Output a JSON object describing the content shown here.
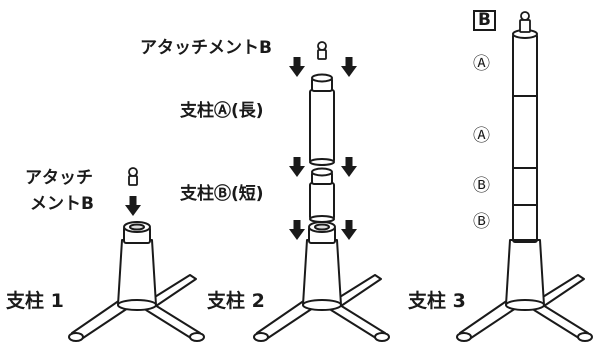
{
  "labels": {
    "attachment_b_top": "アタッチメントB",
    "attachment_b_left_line1": "アタッチ",
    "attachment_b_left_line2": "メントB",
    "pole_a_long": "支柱Ⓐ(長)",
    "pole_b_short": "支柱Ⓑ(短)",
    "stand_1": "支柱 1",
    "stand_2": "支柱 2",
    "stand_3": "支柱 3",
    "b_marker_right": "B"
  },
  "segment_markers": [
    "Ⓐ",
    "Ⓐ",
    "Ⓑ",
    "Ⓑ"
  ]
}
